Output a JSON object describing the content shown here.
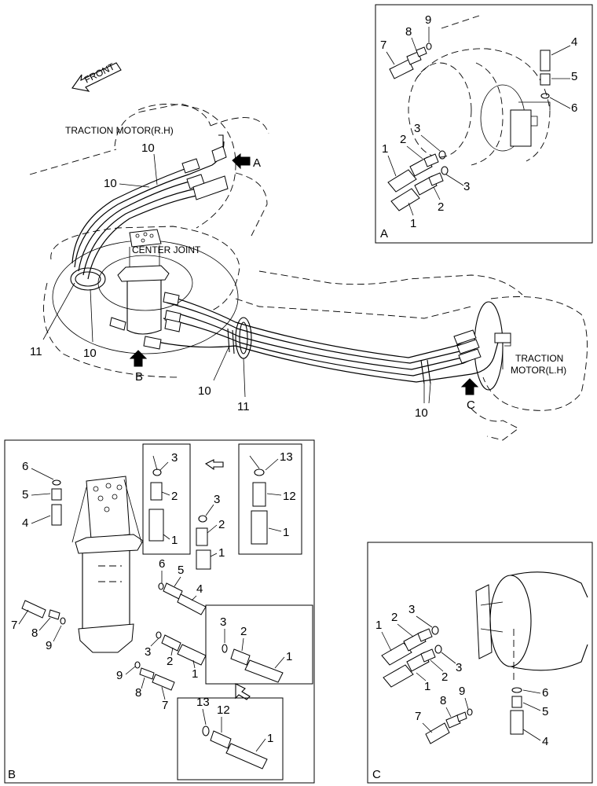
{
  "labels": {
    "front": "FRONT",
    "traction_motor_rh": "TRACTION MOTOR(R.H)",
    "traction_motor_lh_1": "TRACTION",
    "traction_motor_lh_2": "MOTOR(L.H)",
    "center_joint": "CENTER JOINT",
    "view_a": "A",
    "view_b": "B",
    "view_c": "C"
  },
  "panels": {
    "a": "A",
    "b": "B",
    "c": "C"
  },
  "callouts": {
    "main": [
      "10",
      "10",
      "11",
      "10",
      "10",
      "11",
      "10"
    ],
    "a": [
      "9",
      "8",
      "7",
      "4",
      "5",
      "6",
      "3",
      "2",
      "1",
      "3",
      "2",
      "1"
    ],
    "b": [
      "6",
      "5",
      "4",
      "3",
      "2",
      "1",
      "13",
      "12",
      "1",
      "3",
      "2",
      "1",
      "6",
      "5",
      "4",
      "7",
      "8",
      "9",
      "3",
      "2",
      "1",
      "3",
      "2",
      "1",
      "9",
      "8",
      "7",
      "13",
      "12",
      "1"
    ],
    "c": [
      "1",
      "2",
      "3",
      "1",
      "2",
      "3",
      "7",
      "8",
      "9",
      "6",
      "5",
      "4"
    ]
  }
}
